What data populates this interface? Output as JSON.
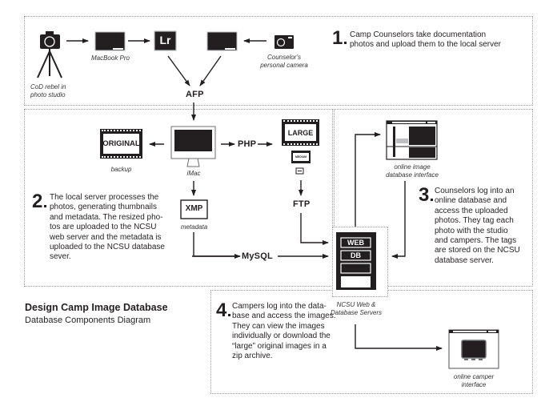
{
  "diagram": {
    "title": "Design Camp Image Database",
    "subtitle": "Database Components Diagram"
  },
  "devices": {
    "tripod_camera": "CoD rebel in photo studio",
    "tripod_camera_line1": "CoD rebel in",
    "tripod_camera_line2": "photo studio",
    "macbook": "MacBook Pro",
    "lightroom": "Lr",
    "personal_camera_line1": "Counselor's",
    "personal_camera_line2": "personal camera",
    "imac": "iMac",
    "original_label": "ORIGINAL",
    "original_caption": "backup",
    "large_label": "LARGE",
    "medium_label": "MEDIUM",
    "xmp_label": "XMP",
    "xmp_caption": "metadata",
    "online_db_line1": "online image",
    "online_db_line2": "database interface",
    "server_web": "WEB",
    "server_db": "DB",
    "server_caption_line1": "NCSU Web &",
    "server_caption_line2": "Database Servers",
    "camper_line1": "online camper",
    "camper_line2": "interface"
  },
  "protocols": {
    "afp": "AFP",
    "php": "PHP",
    "ftp": "FTP",
    "mysql": "MySQL"
  },
  "steps": [
    {
      "number": "1",
      "lines": [
        "Camp Counselors take documentation",
        "photos and upload them to the local server"
      ]
    },
    {
      "number": "2",
      "lines": [
        "The local server processes the",
        "photos, generating thumbnails",
        "and metadata. The resized pho-",
        "tos are uploaded to the NCSU",
        "web server and the metadata is",
        "uploaded to the NCSU database",
        "sever."
      ]
    },
    {
      "number": "3",
      "lines": [
        "Counselors log into an",
        "online database and",
        "access the uploaded",
        "photos. They tag each",
        "photo with the studio",
        "and campers. The tags",
        "are stored on the NCSU",
        "database server."
      ]
    },
    {
      "number": "4",
      "lines": [
        "Campers log into the data-",
        "base and access the images.",
        "They can view the images",
        "individually or download the",
        "“large” original images in a",
        "zip archive."
      ]
    }
  ]
}
